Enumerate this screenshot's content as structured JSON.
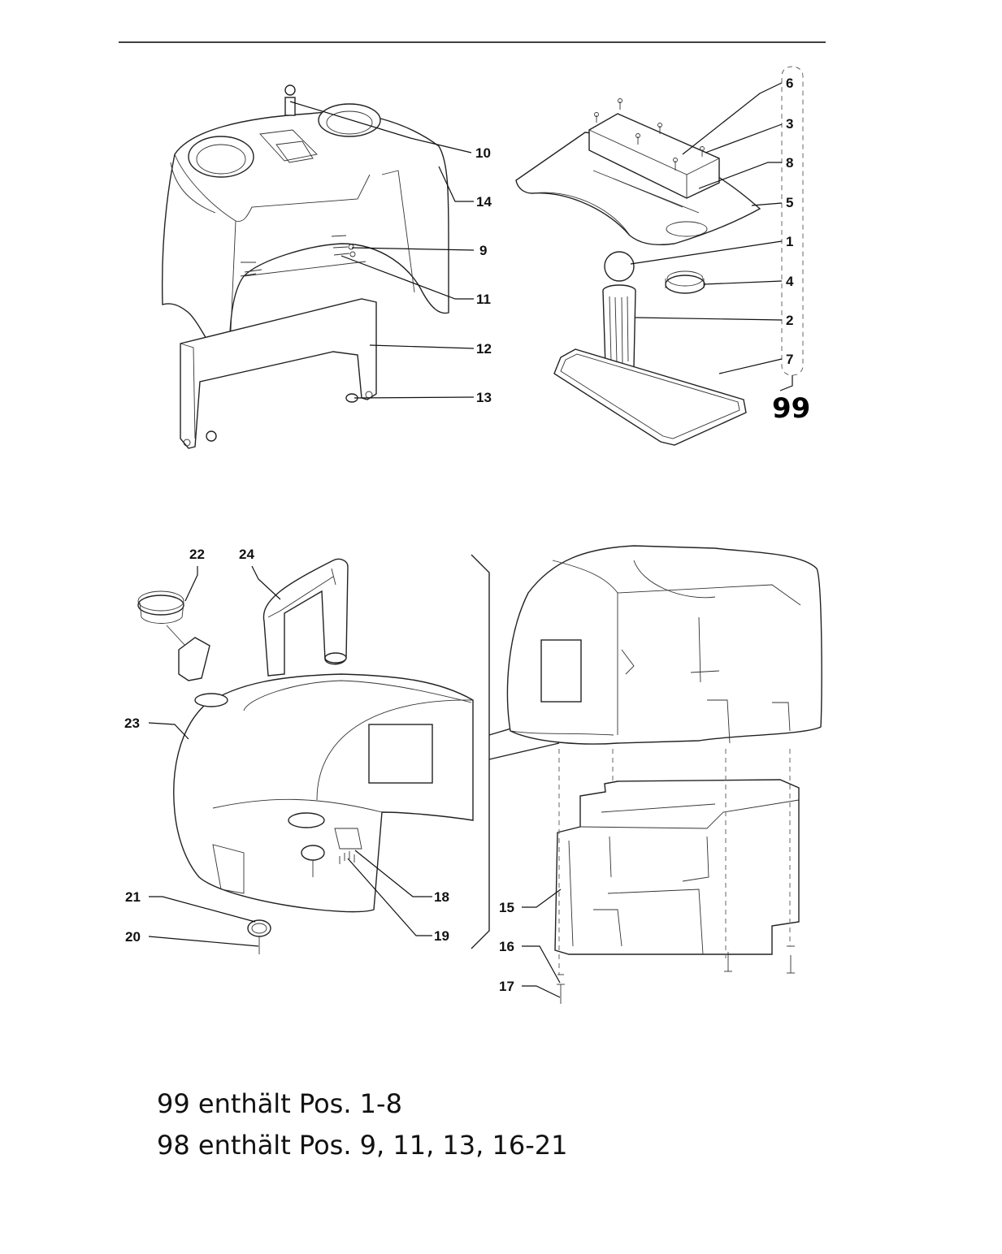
{
  "callouts": {
    "c1": "1",
    "c2": "2",
    "c3": "3",
    "c4": "4",
    "c5": "5",
    "c6": "6",
    "c7": "7",
    "c8": "8",
    "c9": "9",
    "c10": "10",
    "c11": "11",
    "c12": "12",
    "c13": "13",
    "c14": "14",
    "c15": "15",
    "c16": "16",
    "c17": "17",
    "c18": "18",
    "c19": "19",
    "c20": "20",
    "c21": "21",
    "c22": "22",
    "c23": "23",
    "c24": "24"
  },
  "assembly_label": "99",
  "notes": {
    "line1": "99 enthält Pos. 1-8",
    "line2": "98 enthält Pos. 9, 11, 13, 16-21"
  }
}
